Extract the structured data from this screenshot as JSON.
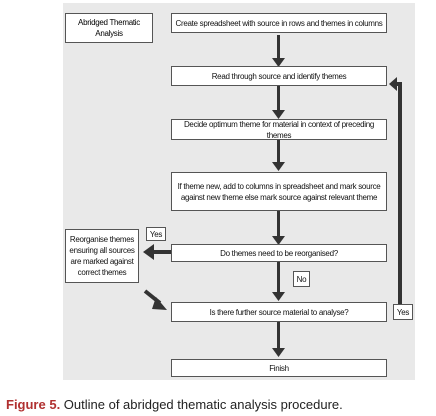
{
  "diagram": {
    "title": "Abridged Thematic\nAnalysis",
    "steps": {
      "create": "Create spreadsheet with source in rows and themes in columns",
      "read": "Read through source and identify themes",
      "decide": "Decide optimum theme for material in context of preceding themes",
      "add": "If theme new, add to columns in spreadsheet and mark source\nagainst new theme else mark source against relevant theme",
      "reorganise_q": "Do themes need to be reorganised?",
      "further_q": "Is there further source material to analyse?",
      "finish": "Finish",
      "reorganise": "Reorganise themes\nensuring all sources\nare marked against\ncorrect themes"
    },
    "labels": {
      "yes_reorganise": "Yes",
      "no_reorganise": "No",
      "yes_further": "Yes"
    }
  },
  "caption": {
    "label": "Figure 5.",
    "text": " Outline of abridged thematic analysis procedure."
  }
}
